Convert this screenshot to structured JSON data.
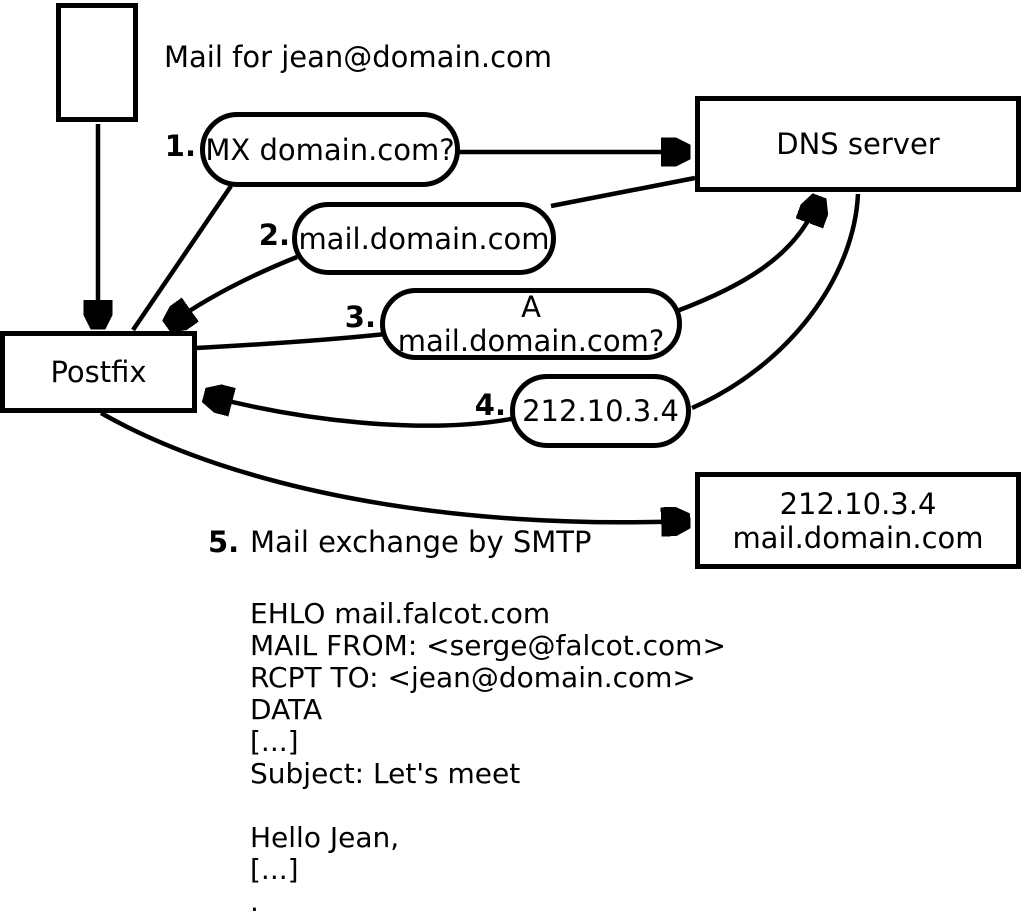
{
  "diagram": {
    "background": "#ffffff",
    "stroke_color": "#000000",
    "title": "Mail for jean@domain.com",
    "nodes": {
      "mail_message": {
        "label": ""
      },
      "postfix": {
        "label": "Postfix"
      },
      "dns": {
        "label": "DNS server"
      },
      "mail_server": {
        "line1": "212.10.3.4",
        "line2": "mail.domain.com"
      }
    },
    "steps": [
      {
        "num": "1.",
        "label": "MX domain.com?"
      },
      {
        "num": "2.",
        "label": "mail.domain.com"
      },
      {
        "num": "3.",
        "label": "A mail.domain.com?"
      },
      {
        "num": "4.",
        "label": "212.10.3.4"
      },
      {
        "num": "5.",
        "label": "Mail exchange by SMTP"
      }
    ],
    "edges": [
      {
        "from": "mail_message",
        "to": "postfix",
        "arrowhead": true
      },
      {
        "from": "postfix",
        "to": "step1_pill",
        "arrowhead": false
      },
      {
        "from": "step1_pill",
        "to": "dns",
        "arrowhead": true
      },
      {
        "from": "dns",
        "to": "step2_pill",
        "arrowhead": false
      },
      {
        "from": "step2_pill",
        "to": "postfix",
        "arrowhead": true
      },
      {
        "from": "postfix",
        "to": "step3_pill",
        "arrowhead": false
      },
      {
        "from": "step3_pill",
        "to": "dns",
        "arrowhead": true
      },
      {
        "from": "dns",
        "to": "step4_pill",
        "arrowhead": false
      },
      {
        "from": "step4_pill",
        "to": "postfix",
        "arrowhead": true
      },
      {
        "from": "postfix",
        "to": "mail_server",
        "arrowhead": true
      }
    ],
    "smtp_session": "EHLO mail.falcot.com\nMAIL FROM: <serge@falcot.com>\nRCPT TO: <jean@domain.com>\nDATA\n[...]\nSubject: Let's meet\n\nHello Jean,\n[...]\n."
  }
}
